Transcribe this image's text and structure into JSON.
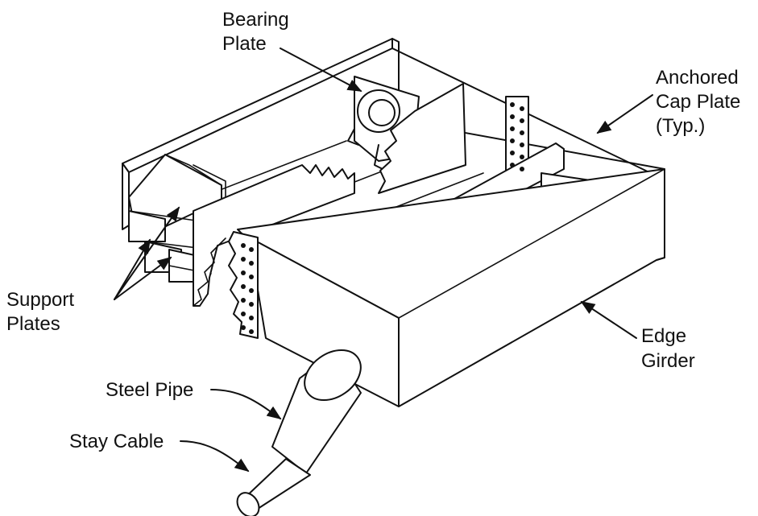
{
  "labels": {
    "bearing_plate": [
      "Bearing",
      "Plate"
    ],
    "anchored_cap_plate": [
      "Anchored",
      "Cap Plate",
      "(Typ.)"
    ],
    "support_plates": [
      "Support",
      "Plates"
    ],
    "edge_girder": [
      "Edge",
      "Girder"
    ],
    "steel_pipe": "Steel Pipe",
    "stay_cable": "Stay Cable"
  },
  "colors": {
    "ink": "#111111",
    "paper": "#ffffff"
  }
}
